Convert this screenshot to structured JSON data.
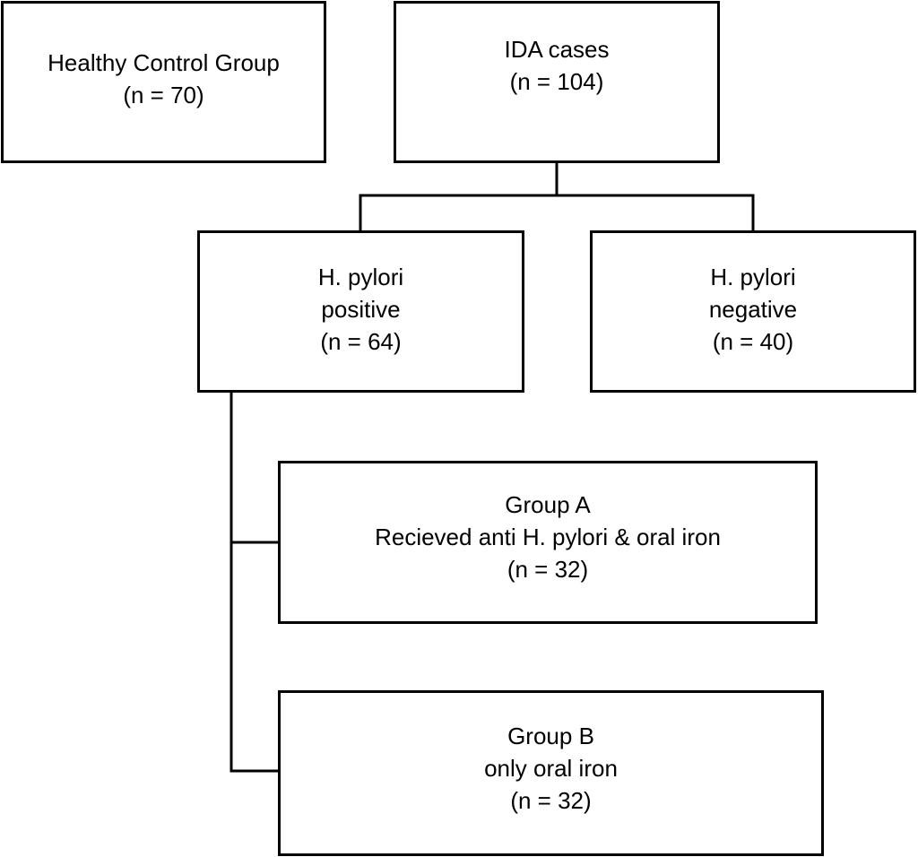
{
  "diagram": {
    "healthy_control": {
      "title": "Healthy Control Group",
      "count": "(n = 70)"
    },
    "ida_cases": {
      "title": "IDA cases",
      "count": "(n = 104)"
    },
    "hp_positive": {
      "line1": "H. pylori",
      "line2": "positive",
      "count": "(n = 64)"
    },
    "hp_negative": {
      "line1": "H. pylori",
      "line2": "negative",
      "count": "(n = 40)"
    },
    "group_a": {
      "title": "Group A",
      "description": "Recieved anti H. pylori & oral iron",
      "count": "(n = 32)"
    },
    "group_b": {
      "title": "Group B",
      "description": "only oral iron",
      "count": "(n = 32)"
    }
  }
}
